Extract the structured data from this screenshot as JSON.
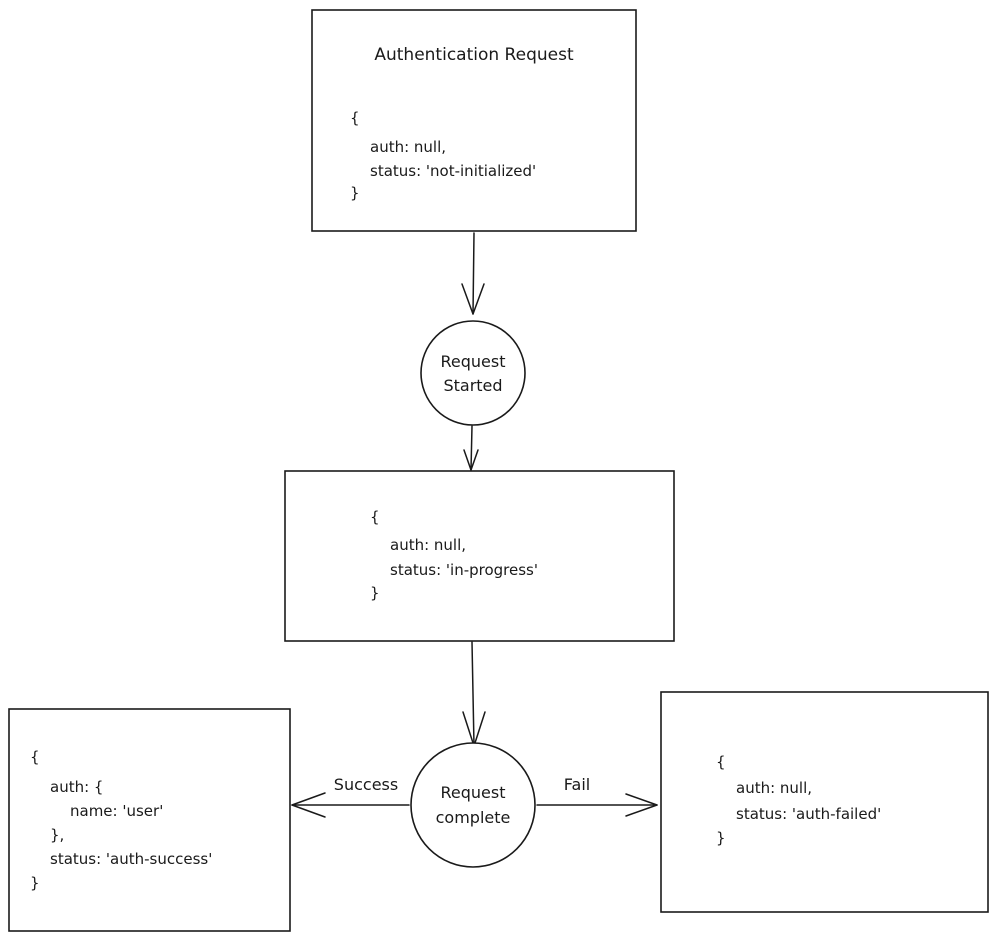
{
  "boxes": {
    "auth_request": {
      "title": "Authentication Request",
      "lines": [
        "{",
        "auth: null,",
        "status: 'not-initialized'",
        "}"
      ]
    },
    "in_progress": {
      "lines": [
        "{",
        "auth: null,",
        "status: 'in-progress'",
        "}"
      ]
    },
    "auth_success": {
      "lines": [
        "{",
        "auth: {",
        "name: 'user'",
        "},",
        "status: 'auth-success'",
        "}"
      ]
    },
    "auth_failed": {
      "lines": [
        "{",
        "auth: null,",
        "status: 'auth-failed'",
        "}"
      ]
    }
  },
  "nodes": {
    "request_started": {
      "line1": "Request",
      "line2": "Started"
    },
    "request_complete": {
      "line1": "Request",
      "line2": "complete"
    }
  },
  "edges": {
    "success_label": "Success",
    "fail_label": "Fail"
  },
  "colors": {
    "stroke": "#1a1a1a",
    "background": "#ffffff"
  }
}
